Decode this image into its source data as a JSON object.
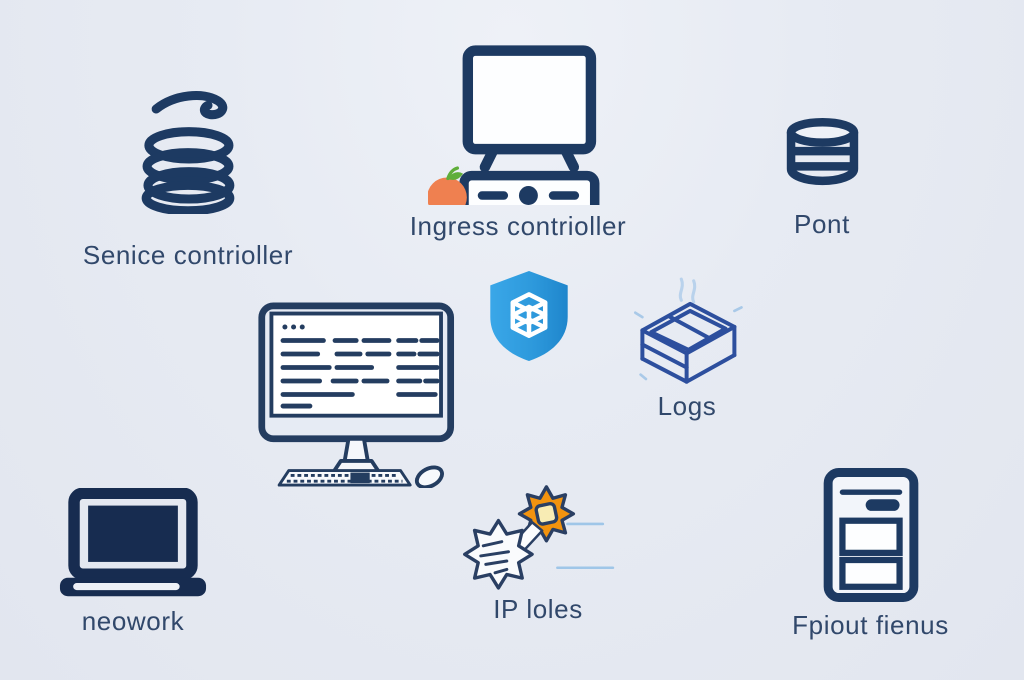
{
  "colors": {
    "background": "#e6eaf2",
    "navy": "#1d3a62",
    "navy_dark": "#172c50",
    "label_text": "#31486b",
    "shield_blue_light": "#38a5e6",
    "shield_blue_dark": "#1f86cc",
    "crate_blue": "#2d4f9e",
    "smoke_blue": "#b9d2ec",
    "speedline_blue": "#9fc6e8",
    "orange_fruit": "#ef8050",
    "leaf_green": "#5fae3a",
    "burst_orange": "#f2930e",
    "burst_center_yellow": "#f8ecb4"
  },
  "items": [
    {
      "id": "service-controller",
      "icon": "coil-spring-icon",
      "label": "Senice contrioller"
    },
    {
      "id": "ingress-controller",
      "icon": "tv-media-player-icon",
      "label": "Ingress contrioller"
    },
    {
      "id": "port",
      "icon": "database-icon",
      "label": "Pont"
    },
    {
      "id": "workstation",
      "icon": "desktop-computer-icon",
      "label": ""
    },
    {
      "id": "shield-stack",
      "icon": "shield-stack-icon",
      "label": ""
    },
    {
      "id": "logs",
      "icon": "wireframe-crate-icon",
      "label": "Logs"
    },
    {
      "id": "network",
      "icon": "laptop-icon",
      "label": "neowork"
    },
    {
      "id": "ip-rules",
      "icon": "gear-burst-icon",
      "label": "IP loles"
    },
    {
      "id": "front-servers",
      "icon": "server-tower-icon",
      "label": "Fpiout fienus"
    }
  ]
}
